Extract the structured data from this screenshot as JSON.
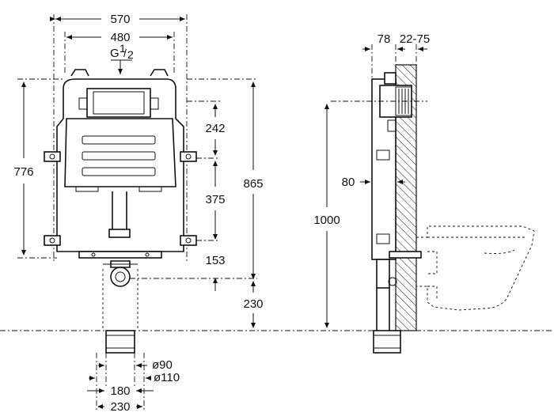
{
  "front_view": {
    "width_total": "570",
    "width_frame": "480",
    "thread": "G1/2",
    "thread_base": "G",
    "thread_num": "1",
    "thread_den": "2",
    "height_side": "776",
    "height_total": "865",
    "dim_242": "242",
    "dim_375": "375",
    "dim_153": "153",
    "dim_230_v": "230",
    "pipe_d90": "ø90",
    "pipe_d110": "ø110",
    "spacing_180": "180",
    "spacing_230": "230"
  },
  "side_view": {
    "depth_78": "78",
    "wall_range": "22-75",
    "dim_80": "80",
    "height_1000": "1000"
  }
}
